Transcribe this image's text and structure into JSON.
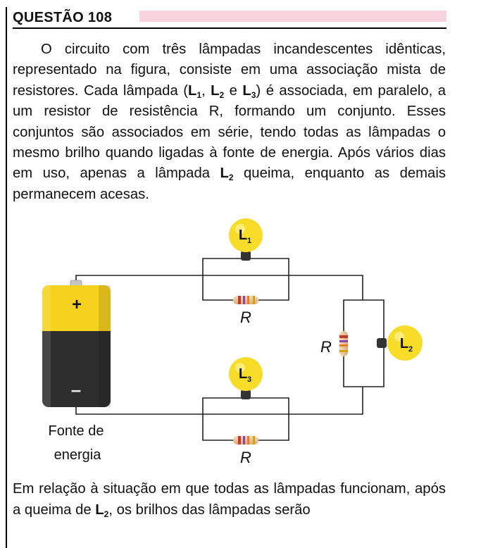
{
  "question": {
    "title": "QUESTÃO 108"
  },
  "paragraph": {
    "p1": "O circuito com três lâmpadas incandescentes idênticas, representado na figura, consiste em uma associação mista de resistores. Cada lâmpada (",
    "L": "L",
    "sub1": "1",
    "sep1": ", ",
    "sub2": "2",
    "sep2": " e ",
    "sub3": "3",
    "p2": ") é associada, em paralelo, a um resistor de resistência R, formando um conjunto. Esses conjuntos são associados em série, tendo todas as lâmpadas o mesmo brilho quando ligadas à fonte de energia. Após vários dias em uso, apenas a lâmpada ",
    "sub_last": "2",
    "p3": " queima, enquanto as demais permanecem acesas."
  },
  "figure": {
    "battery_plus": "+",
    "battery_minus": "–",
    "source_label_line1": "Fonte de",
    "source_label_line2": "energia",
    "lamp_letter": "L",
    "lamp1_sub": "1",
    "lamp2_sub": "2",
    "lamp3_sub": "3",
    "resistor_label": "R"
  },
  "bottom": {
    "b1": "Em relação à situação em que todas as lâmpadas funcionam, após a queima de ",
    "L": "L",
    "sub": "2",
    "b2": ", os brilhos das lâmpadas serão"
  }
}
